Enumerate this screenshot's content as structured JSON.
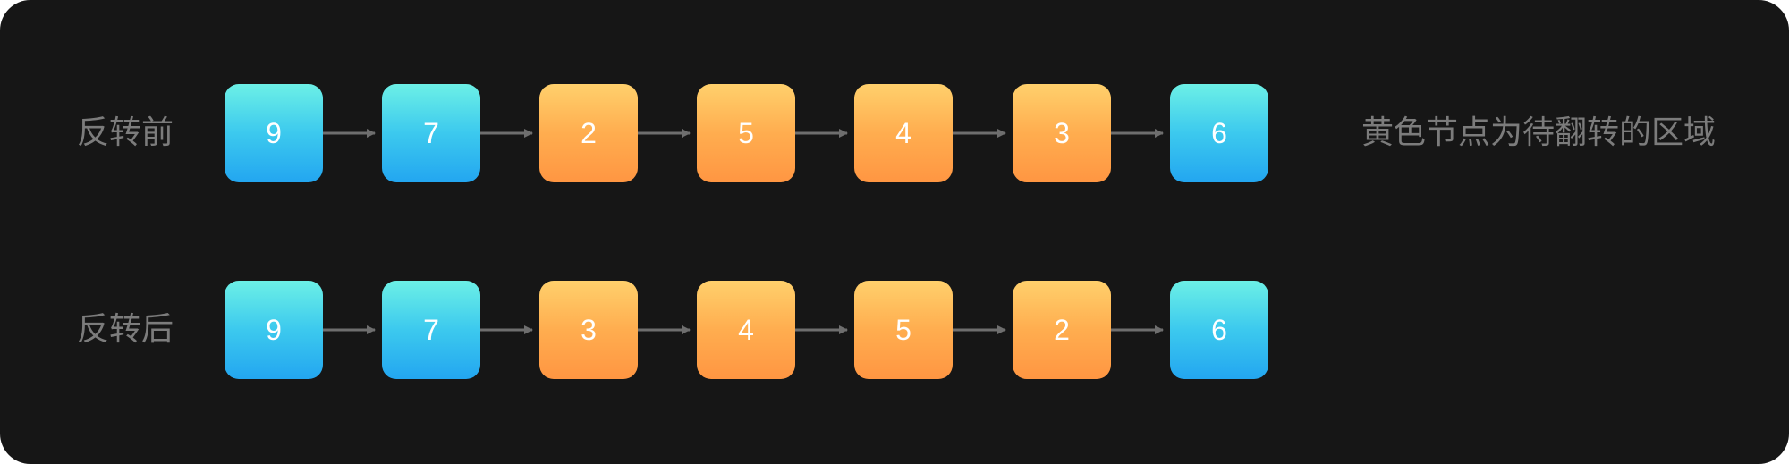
{
  "labels": {
    "before": "反转前",
    "after": "反转后",
    "note": "黄色节点为待翻转的区域"
  },
  "colors": {
    "background": "#161616",
    "blue_node_top": "#6cf0e6",
    "blue_node_bottom": "#23a6f0",
    "orange_node_top": "#ffd06c",
    "orange_node_bottom": "#ff9642",
    "arrow": "#6e6e6e",
    "text": "#7c7c7c"
  },
  "rows": {
    "before": {
      "nodes": [
        {
          "value": "9",
          "color": "blue"
        },
        {
          "value": "7",
          "color": "blue"
        },
        {
          "value": "2",
          "color": "orange"
        },
        {
          "value": "5",
          "color": "orange"
        },
        {
          "value": "4",
          "color": "orange"
        },
        {
          "value": "3",
          "color": "orange"
        },
        {
          "value": "6",
          "color": "blue"
        }
      ]
    },
    "after": {
      "nodes": [
        {
          "value": "9",
          "color": "blue"
        },
        {
          "value": "7",
          "color": "blue"
        },
        {
          "value": "3",
          "color": "orange"
        },
        {
          "value": "4",
          "color": "orange"
        },
        {
          "value": "5",
          "color": "orange"
        },
        {
          "value": "2",
          "color": "orange"
        },
        {
          "value": "6",
          "color": "blue"
        }
      ]
    }
  }
}
